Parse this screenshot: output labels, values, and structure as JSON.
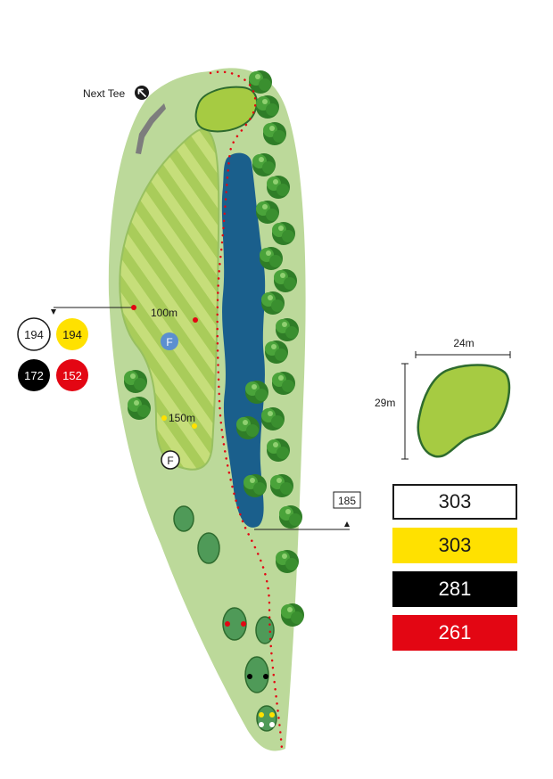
{
  "next_tee": {
    "label": "Next Tee",
    "icon": "arrow-up-left-icon"
  },
  "markers": {
    "m100": "100m",
    "m150": "150m",
    "fairway_marker": "F",
    "forward_marker": "F"
  },
  "layup_distances": {
    "white": "194",
    "yellow": "194",
    "black": "172",
    "red": "152"
  },
  "hazard_carry": "185",
  "green": {
    "width": "24m",
    "depth": "29m"
  },
  "tee_lengths": {
    "white": "303",
    "yellow": "303",
    "black": "281",
    "red": "261"
  },
  "colors": {
    "rough": "#bcd99a",
    "fairway": "#a9cc5a",
    "fairway_stripe": "#c6de7a",
    "green": "#a6cb42",
    "green_outline": "#2e6b2e",
    "water": "#1a5f8c",
    "trees": "#3a8a2e",
    "tee_box": "#4f9a58",
    "path": "#7d7d7d",
    "white_tee": "#ffffff",
    "yellow_tee": "#ffe100",
    "black_tee": "#000000",
    "red_tee": "#e30613",
    "marker_blue": "#5b8fd0"
  }
}
